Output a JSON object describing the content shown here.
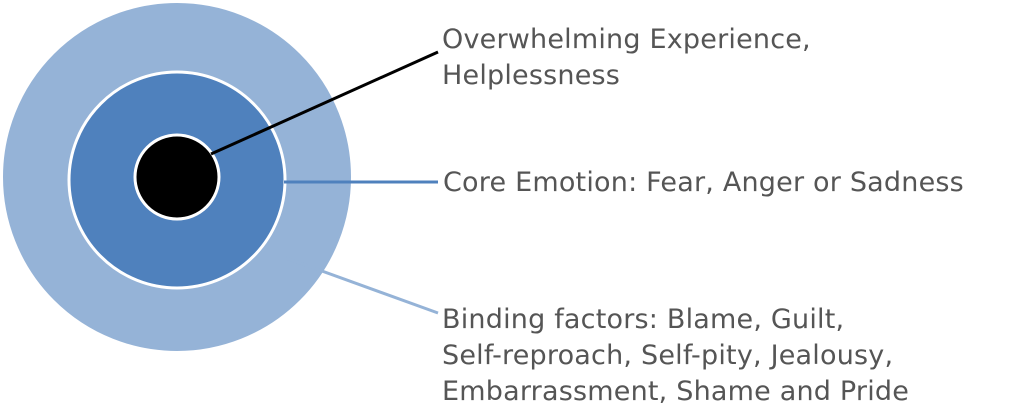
{
  "diagram": {
    "layers": [
      {
        "name": "inner",
        "lines": [
          "Overwhelming Experience,",
          "Helplessness"
        ],
        "fill": "#000000",
        "connector_color": "#000000"
      },
      {
        "name": "middle",
        "lines": [
          "Core Emotion: Fear, Anger or Sadness"
        ],
        "fill": "#4F81BD",
        "connector_color": "#4F81BD"
      },
      {
        "name": "outer",
        "lines": [
          "Binding factors: Blame, Guilt,",
          "Self-reproach, Self-pity, Jealousy,",
          "Embarrassment, Shame and Pride"
        ],
        "fill": "#95B3D7",
        "connector_color": "#95B3D7"
      }
    ],
    "text_color": "#555555",
    "ring_border_color": "#ffffff"
  }
}
